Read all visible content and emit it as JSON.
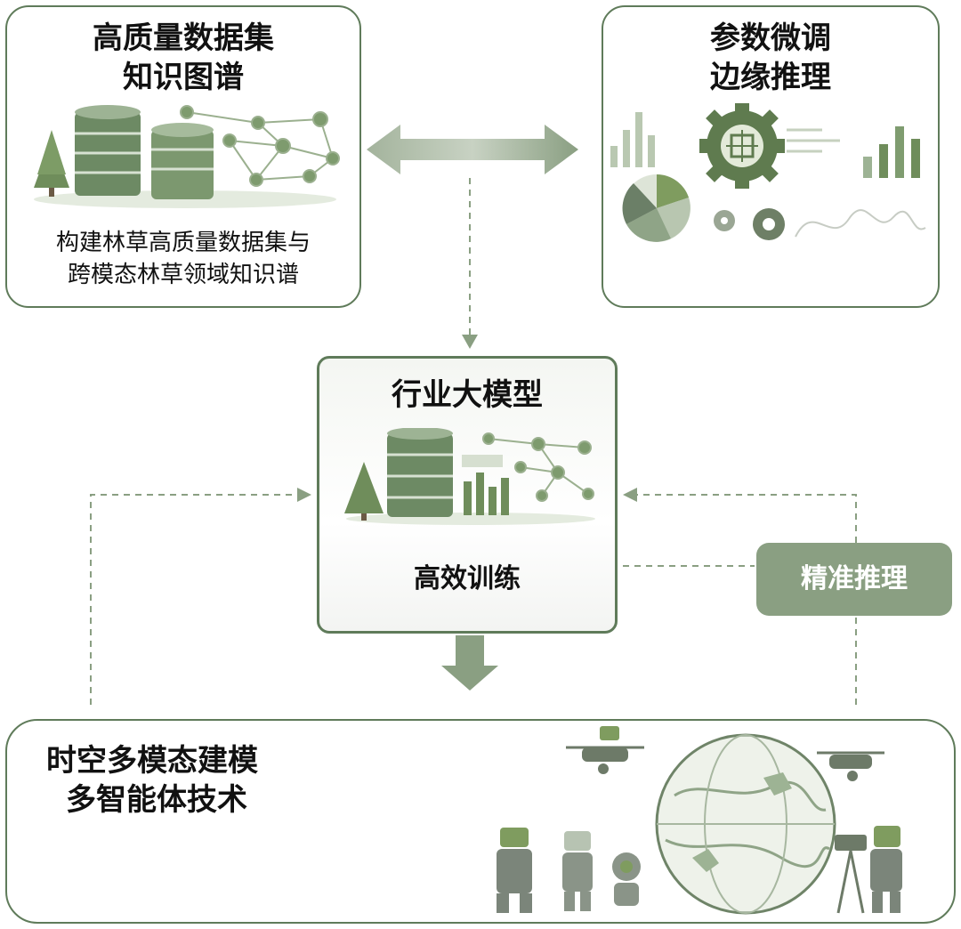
{
  "top_left": {
    "title_line1": "高质量数据集",
    "title_line2": "知识图谱",
    "desc_line1": "构建林草高质量数据集与",
    "desc_line2": "跨模态林草领域知识谱"
  },
  "top_right": {
    "title_line1": "参数微调",
    "title_line2": "边缘推理"
  },
  "center": {
    "title": "行业大模型",
    "subtitle": "高效训练"
  },
  "side_button": {
    "label": "精准推理"
  },
  "bottom": {
    "title_line1": "时空多模态建模",
    "title_line2": "多智能体技术"
  },
  "colors": {
    "border": "#5f7b5a",
    "arrow": "#8a9f82",
    "dash": "#8a9f82",
    "button_bg": "#8a9f82"
  }
}
